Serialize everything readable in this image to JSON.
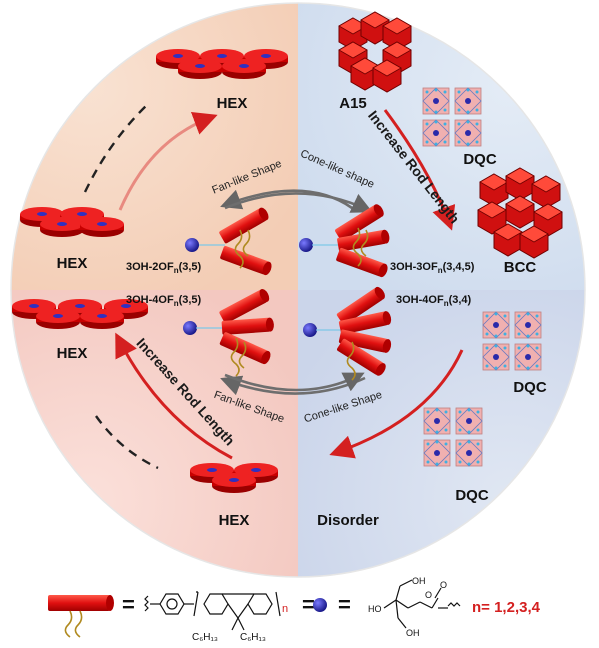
{
  "labels": {
    "hex_top": "HEX",
    "hex_left_upper": "HEX",
    "hex_left_lower": "HEX",
    "hex_bottom": "HEX",
    "a15": "A15",
    "dqc_upper": "DQC",
    "bcc": "BCC",
    "dqc_right_lower": "DQC",
    "dqc_bottom": "DQC",
    "disorder": "Disorder",
    "increase_rod_upper": "Increase Rod Length",
    "increase_rod_lower": "Increase Rod Length",
    "fan_upper": "Fan-like Shape",
    "cone_upper": "Cone-like shape",
    "fan_lower": "Fan-like Shape",
    "cone_lower": "Cone-like Shape"
  },
  "compounds": {
    "upper_left": {
      "prefix": "3OH-2OF",
      "sub": "n",
      "suffix": "(3,5)"
    },
    "upper_right": {
      "prefix": "3OH-3OF",
      "sub": "n",
      "suffix": "(3,4,5)"
    },
    "lower_left": {
      "prefix": "3OH-4OF",
      "sub": "n",
      "suffix": "(3,5)"
    },
    "lower_right": {
      "prefix": "3OH-4OF",
      "sub": "n",
      "suffix": "(3,4)"
    }
  },
  "legend": {
    "equals_1": "=",
    "equals_2": "=",
    "n_subscript": "n",
    "c6h13_left": "C₆H₁₃",
    "c6h13_right": "C₆H₁₃",
    "oh_top": "OH",
    "oh_left": "HO",
    "oh_bottom": "OH",
    "n_values": "n= 1,2,3,4"
  },
  "colors": {
    "rod_red": "#e01010",
    "arrow_red": "#d42020",
    "arrow_grey": "#6e6e6e",
    "sphere_blue": "#2222aa",
    "quad_tl": "#f5d8c6",
    "quad_tr": "#d6e2f0",
    "quad_bl": "#f6d2cc",
    "quad_br": "#d4dced"
  }
}
